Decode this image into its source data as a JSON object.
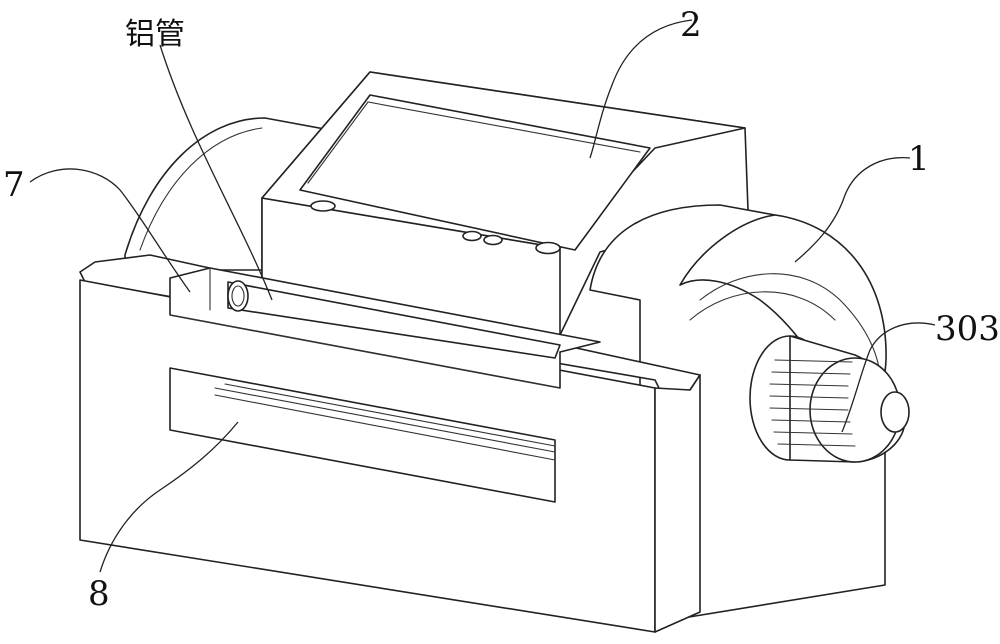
{
  "callouts": {
    "aluminum_tube": "铝管",
    "display_unit": "2",
    "side_slot": "7",
    "housing": "1",
    "knob": "303",
    "lower_slot": "8"
  },
  "colors": {
    "line": "#222222",
    "background": "#ffffff"
  }
}
